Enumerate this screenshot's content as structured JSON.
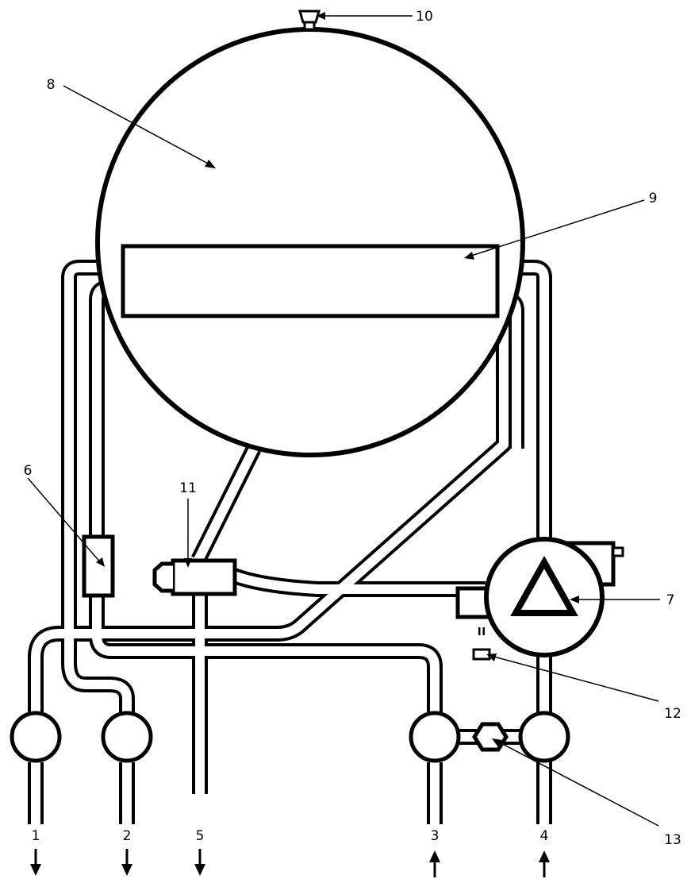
{
  "callouts": {
    "c1": "1",
    "c2": "2",
    "c3": "3",
    "c4": "4",
    "c5": "5",
    "c6": "6",
    "c7": "7",
    "c8": "8",
    "c9": "9",
    "c10": "10",
    "c11": "11",
    "c12": "12",
    "c13": "13"
  },
  "flow_directions": {
    "c1": "out",
    "c2": "out",
    "c5": "out",
    "c3": "in",
    "c4": "in"
  },
  "colors": {
    "line": "#000000",
    "background": "#ffffff"
  }
}
